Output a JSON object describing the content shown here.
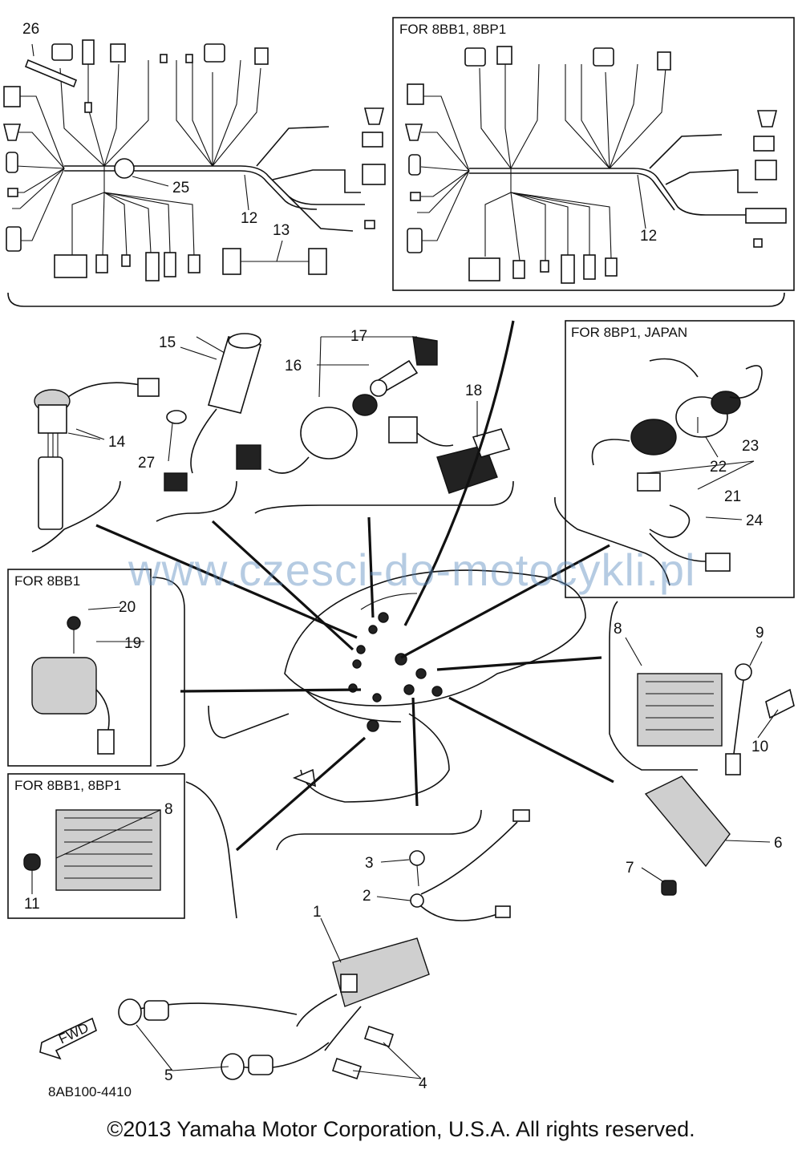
{
  "boxes": {
    "top_right": "FOR 8BB1, 8BP1",
    "middle_right": "FOR 8BP1, JAPAN",
    "left_middle": "FOR 8BB1",
    "left_bottom": "FOR 8BB1, 8BP1"
  },
  "callouts": {
    "c1": "1",
    "c2": "2",
    "c3": "3",
    "c4": "4",
    "c5": "5",
    "c6": "6",
    "c7": "7",
    "c8a": "8",
    "c8b": "8",
    "c9": "9",
    "c10": "10",
    "c11": "11",
    "c12a": "12",
    "c12b": "12",
    "c13": "13",
    "c14": "14",
    "c15": "15",
    "c16": "16",
    "c17": "17",
    "c18": "18",
    "c19": "19",
    "c20": "20",
    "c21": "21",
    "c22": "22",
    "c23": "23",
    "c24": "24",
    "c25": "25",
    "c26": "26",
    "c27": "27"
  },
  "fwd_label": "FWD",
  "watermark": "www.czesci-do-motocykli.pl",
  "diagram_code": "8AB100-4410",
  "copyright": "©2013 Yamaha Motor Corporation, U.S.A. All rights reserved."
}
